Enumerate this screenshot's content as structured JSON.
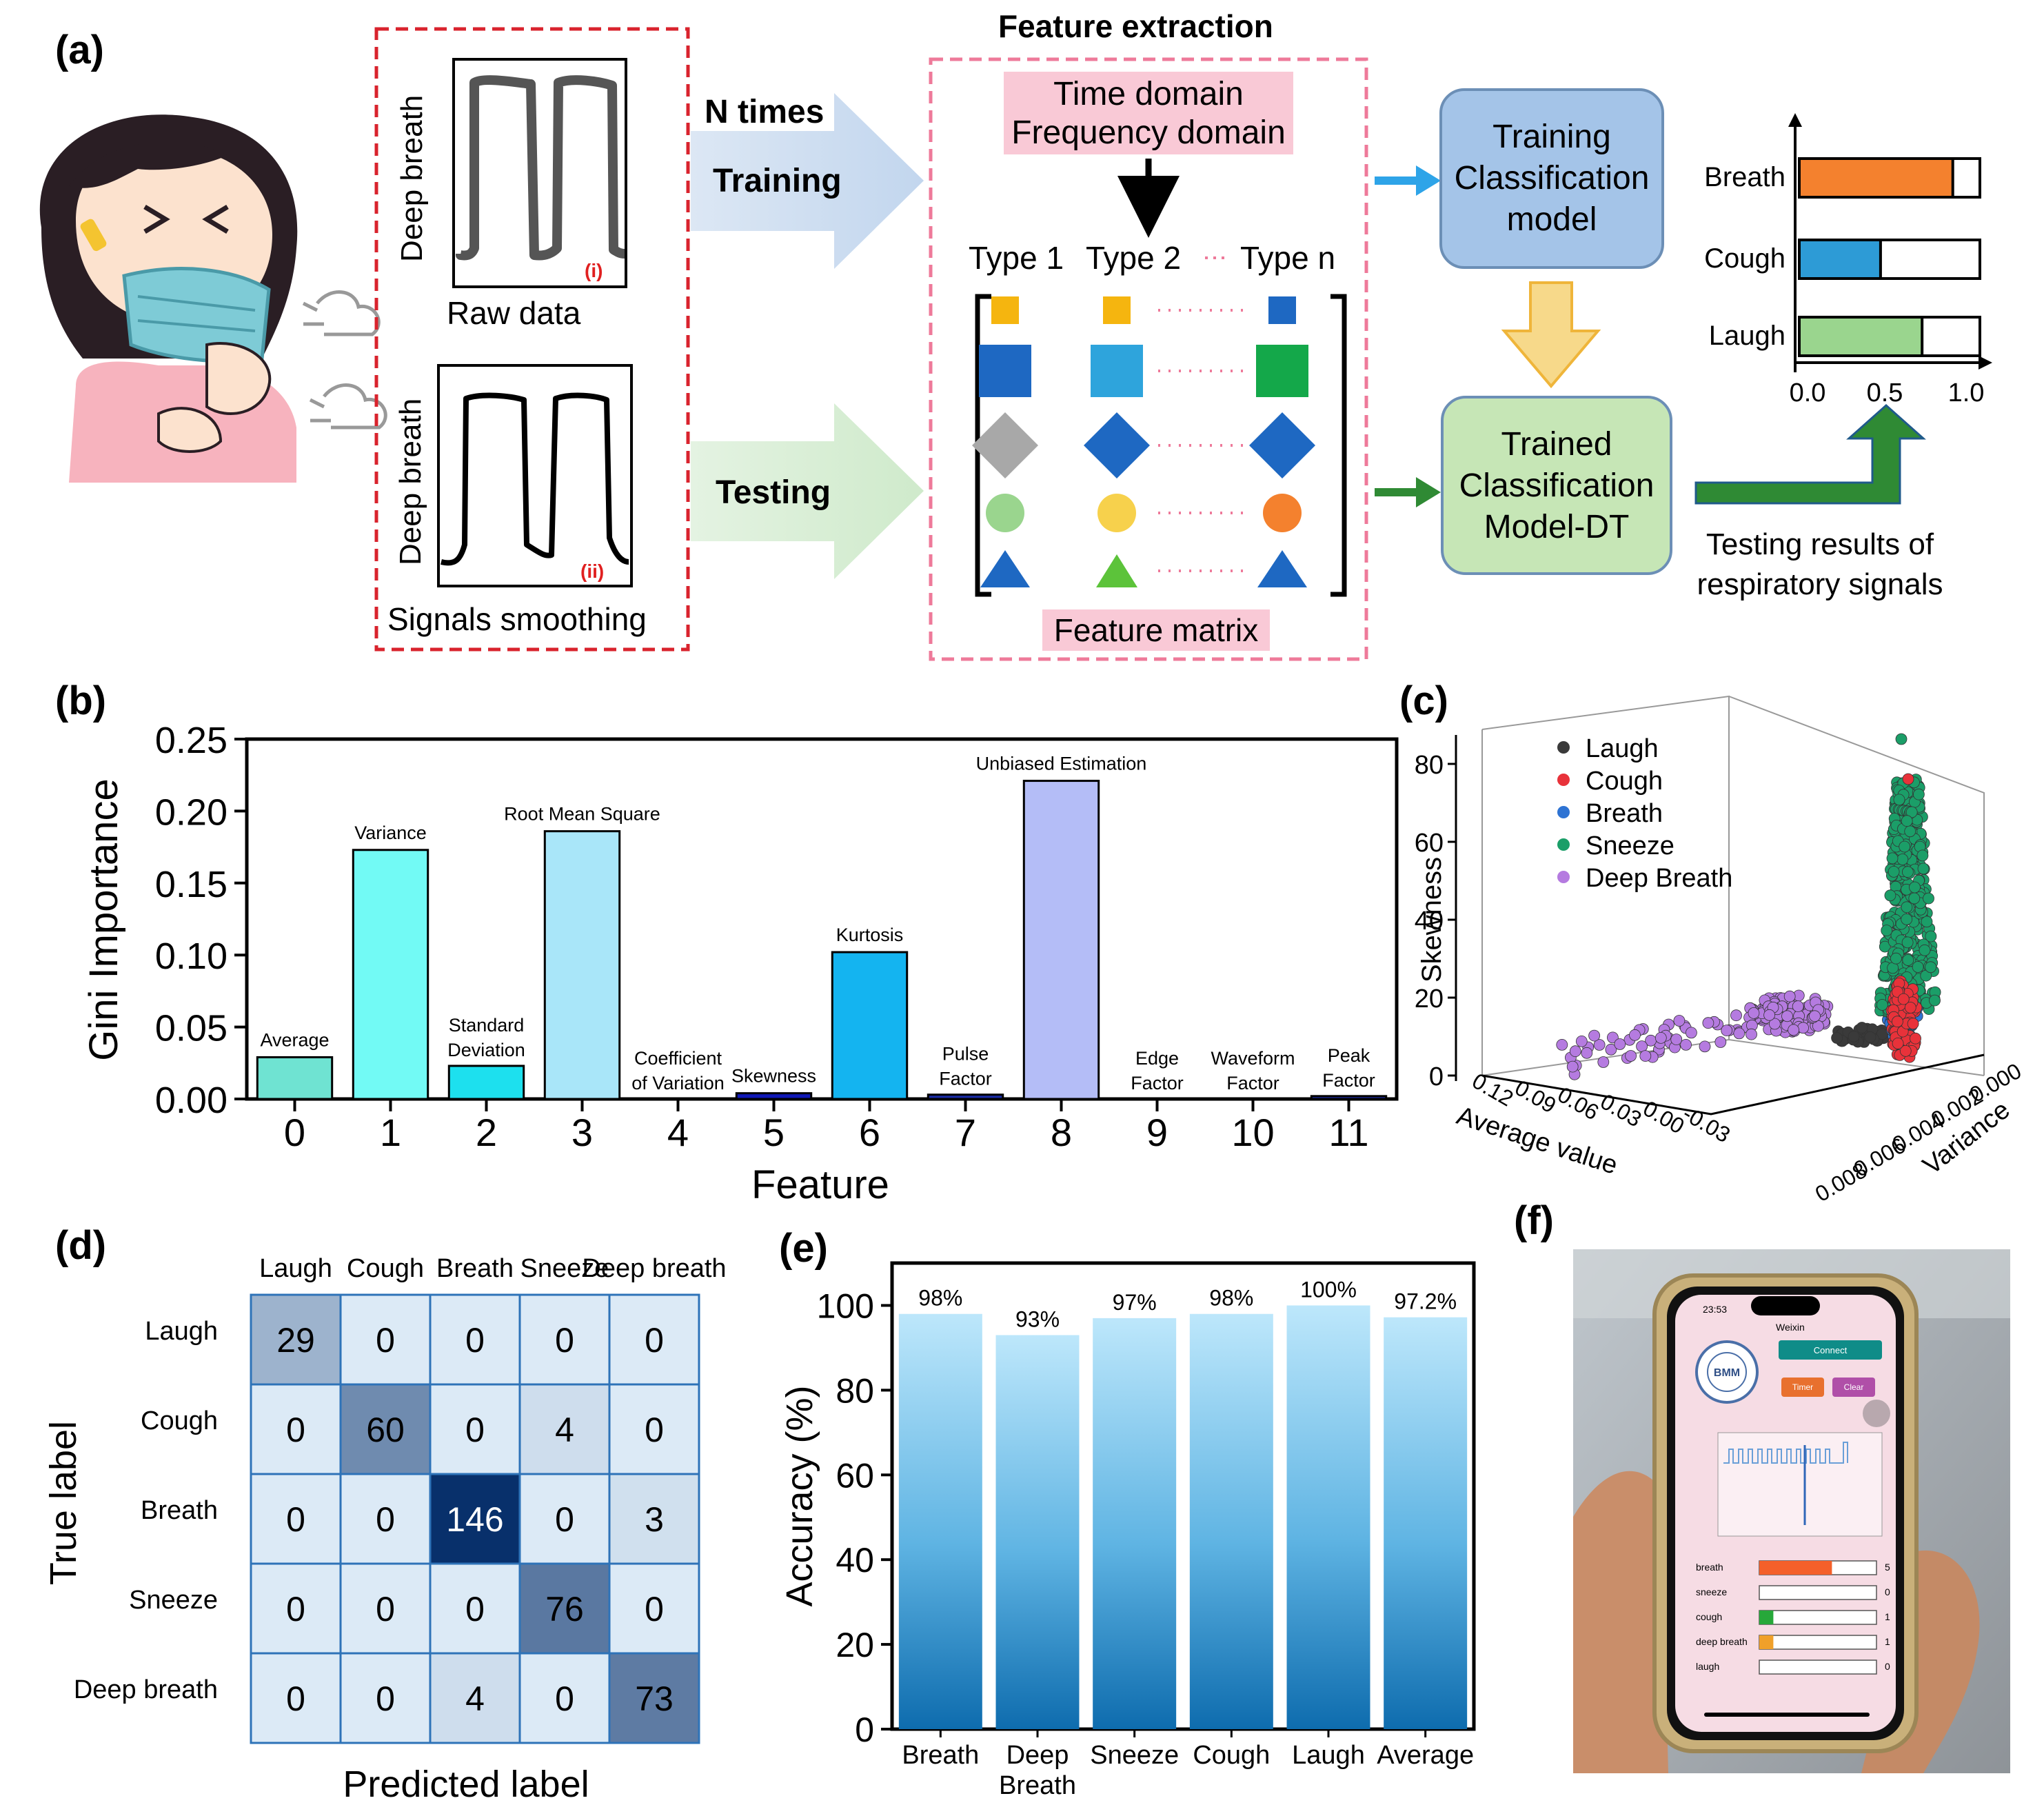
{
  "panels": {
    "a": "(a)",
    "b": "(b)",
    "c": "(c)",
    "d": "(d)",
    "e": "(e)",
    "f": "(f)"
  },
  "panel_a": {
    "deep_breath": "Deep breath",
    "raw_data": "Raw data",
    "signals_smoothing": "Signals smoothing",
    "tag_i": "(i)",
    "tag_ii": "(ii)",
    "n_times": "N times",
    "training": "Training",
    "testing": "Testing",
    "feature_extraction": "Feature extraction",
    "time_domain": "Time domain",
    "frequency_domain": "Frequency domain",
    "type1": "Type 1",
    "type2": "Type 2",
    "typen": "Type n",
    "feature_matrix": "Feature matrix",
    "training_model_1": "Training",
    "training_model_2": "Classification",
    "training_model_3": "model",
    "trained_model_1": "Trained",
    "trained_model_2": "Classification",
    "trained_model_3": "Model-DT",
    "testing_results_1": "Testing results of",
    "testing_results_2": "respiratory signals",
    "mini_bars": [
      {
        "label": "Breath",
        "value": 0.85,
        "color": "#F4812E"
      },
      {
        "label": "Cough",
        "value": 0.45,
        "color": "#2D9BD6"
      },
      {
        "label": "Laugh",
        "value": 0.68,
        "color": "#9AD58E"
      }
    ],
    "mini_ticks": [
      "0.0",
      "0.5",
      "1.0"
    ]
  },
  "chart_data": [
    {
      "panel": "b",
      "type": "bar",
      "xlabel": "Feature",
      "ylabel": "Gini Importance",
      "ylim": [
        0,
        0.25
      ],
      "yticks": [
        "0.00",
        "0.05",
        "0.10",
        "0.15",
        "0.20",
        "0.25"
      ],
      "categories": [
        "0",
        "1",
        "2",
        "3",
        "4",
        "5",
        "6",
        "7",
        "8",
        "9",
        "10",
        "11"
      ],
      "bar_names": [
        "Average",
        "Variance",
        "Standard Deviation",
        "Root Mean Square",
        "Coefficient of Variation",
        "Skewness",
        "Kurtosis",
        "Pulse Factor",
        "Unbiased Estimation",
        "Edge Factor",
        "Waveform Factor",
        "Peak Factor"
      ],
      "values": [
        0.029,
        0.173,
        0.023,
        0.186,
        0.0,
        0.004,
        0.102,
        0.003,
        0.221,
        0.0,
        0.0,
        0.002
      ],
      "colors": [
        "#6FE3D2",
        "#72FAF5",
        "#1DE0EE",
        "#A9E6F9",
        "#3A78D8",
        "#1018B8",
        "#14B4F0",
        "#1A2CA8",
        "#B4BDF7",
        "#3C8EDB",
        "#7AA7E6",
        "#1A2CA8"
      ]
    },
    {
      "panel": "c",
      "type": "scatter",
      "xlabel": "Average value",
      "ylabel": "Variance",
      "zlabel": "Skewness",
      "x_ticks": [
        "0.12",
        "0.09",
        "0.06",
        "0.03",
        "0.00",
        "-0.03"
      ],
      "y_ticks": [
        "0.000",
        "0.002",
        "0.004",
        "0.006",
        "0.008"
      ],
      "z_ticks": [
        "0",
        "20",
        "40",
        "60",
        "80"
      ],
      "legend_placement": "top-left",
      "series": [
        {
          "name": "Laugh",
          "color": "#3A3A3A"
        },
        {
          "name": "Cough",
          "color": "#E8323A"
        },
        {
          "name": "Breath",
          "color": "#2E73D3"
        },
        {
          "name": "Sneeze",
          "color": "#1B9E68"
        },
        {
          "name": "Deep Breath",
          "color": "#B57BE0"
        }
      ]
    },
    {
      "panel": "d",
      "type": "heatmap",
      "xlabel": "Predicted label",
      "ylabel": "True label",
      "col_labels": [
        "Laugh",
        "Cough",
        "Breath",
        "Sneeze",
        "Deep breath"
      ],
      "row_labels": [
        "Laugh",
        "Cough",
        "Breath",
        "Sneeze",
        "Deep breath"
      ],
      "matrix": [
        [
          29,
          0,
          0,
          0,
          0
        ],
        [
          0,
          60,
          0,
          4,
          0
        ],
        [
          0,
          0,
          146,
          0,
          3
        ],
        [
          0,
          0,
          0,
          76,
          0
        ],
        [
          0,
          0,
          4,
          0,
          73
        ]
      ]
    },
    {
      "panel": "e",
      "type": "bar",
      "ylabel": "Accuracy (%)",
      "ylim": [
        0,
        110
      ],
      "yticks": [
        "0",
        "20",
        "40",
        "60",
        "80",
        "100"
      ],
      "categories": [
        "Breath",
        "Deep Breath",
        "Sneeze",
        "Cough",
        "Laugh",
        "Average"
      ],
      "values": [
        98,
        93,
        97,
        98,
        100,
        97.2
      ],
      "value_labels": [
        "98%",
        "93%",
        "97%",
        "98%",
        "100%",
        "97.2%"
      ]
    }
  ],
  "phone": {
    "time": "23:53",
    "app": "Weixin",
    "logo": "BMM",
    "connect": "Connect",
    "timer": "Timer",
    "clear": "Clear",
    "rows": [
      {
        "label": "breath",
        "count": "5",
        "fill": 0.62,
        "color": "#F4602A"
      },
      {
        "label": "sneeze",
        "count": "0",
        "fill": 0.0,
        "color": "#F4602A"
      },
      {
        "label": "cough",
        "count": "1",
        "fill": 0.12,
        "color": "#27A83A"
      },
      {
        "label": "deep breath",
        "count": "1",
        "fill": 0.12,
        "color": "#F0A02A"
      },
      {
        "label": "laugh",
        "count": "0",
        "fill": 0.0,
        "color": "#F4602A"
      }
    ]
  }
}
